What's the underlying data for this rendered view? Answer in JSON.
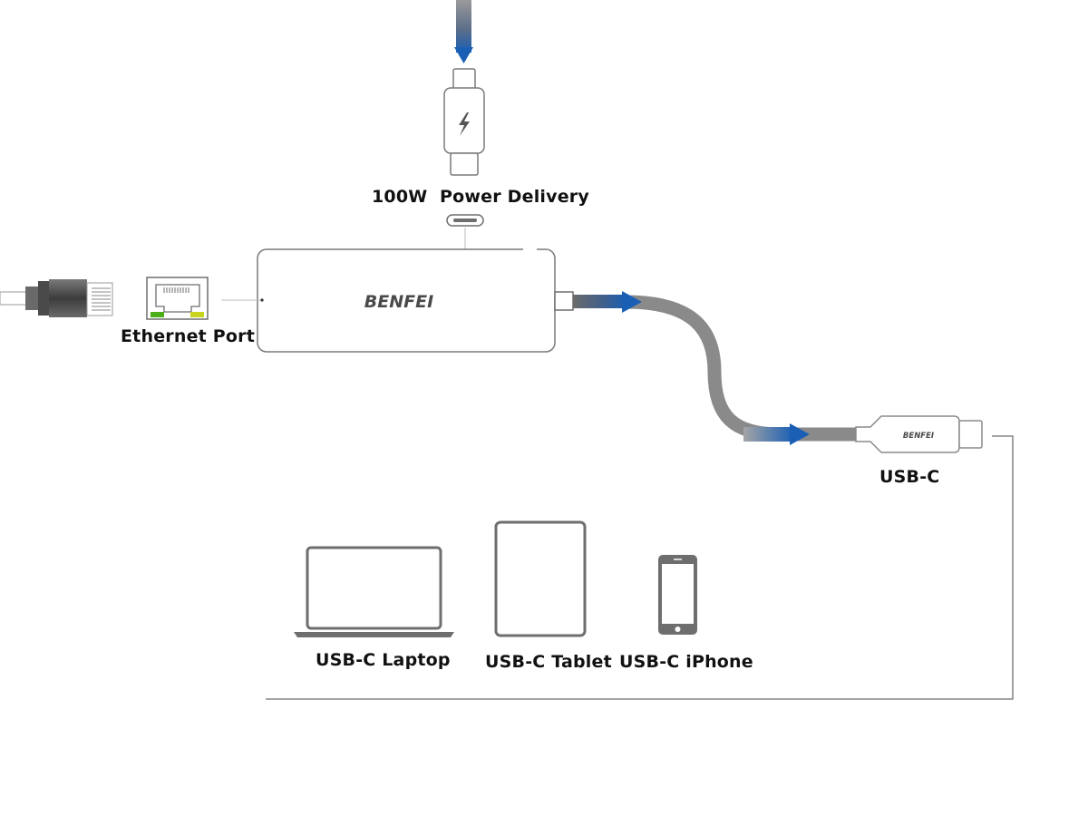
{
  "labels": {
    "power_delivery": "100W  Power Delivery",
    "ethernet_port": "Ethernet Port",
    "usb_c": "USB-C",
    "usb_c_laptop": "USB-C Laptop",
    "usb_c_tablet": "USB-C Tablet",
    "usb_c_iphone": "USB-C iPhone"
  },
  "brand": {
    "hub_logo": "BENFEI",
    "plug_logo": "BENFEI"
  },
  "colors": {
    "arrow": "#1a5fb4",
    "cable": "#8a8a8a",
    "outline": "#6e6e6e",
    "ethernet_led_left": "#4caf1a",
    "ethernet_led_right": "#c8d41e"
  },
  "icons": {
    "power_plug": "lightning-bolt-icon",
    "ethernet_plug": "rj45-plug-icon",
    "ethernet_port": "rj45-port-icon",
    "laptop": "laptop-icon",
    "tablet": "tablet-icon",
    "phone": "phone-icon"
  }
}
